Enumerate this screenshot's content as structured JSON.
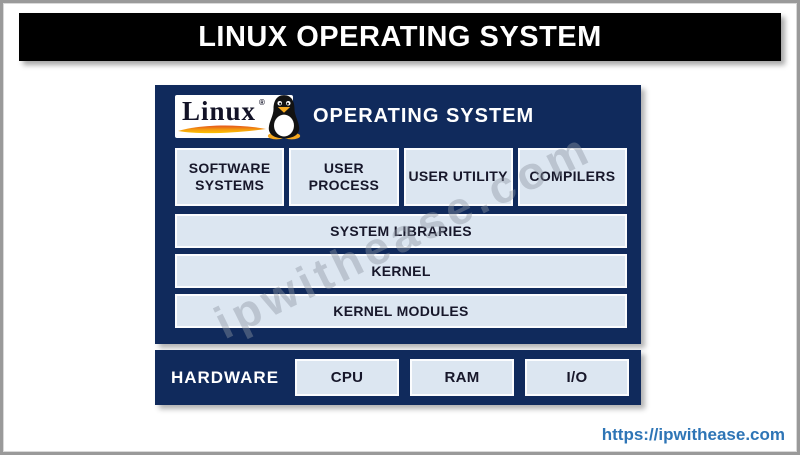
{
  "page": {
    "title_bar": "LINUX OPERATING SYSTEM",
    "watermark": "ipwithease.com",
    "footer_link": "https://ipwithease.com"
  },
  "os_panel": {
    "logo_text": "Linux",
    "logo_reg": "®",
    "header": "OPERATING SYSTEM",
    "user_boxes": [
      "SOFTWARE SYSTEMS",
      "USER PROCESS",
      "USER UTILITY",
      "COMPILERS"
    ],
    "layers": [
      "SYSTEM LIBRARIES",
      "KERNEL",
      "KERNEL MODULES"
    ]
  },
  "hardware_panel": {
    "label": "HARDWARE",
    "components": [
      "CPU",
      "RAM",
      "I/O"
    ]
  },
  "colors": {
    "navy": "#102a5c",
    "light_box": "#dce6f1",
    "black_bar": "#000000",
    "link_blue": "#2e75b6",
    "swoosh_orange": "#e2531d",
    "swoosh_yellow": "#fcc200"
  }
}
